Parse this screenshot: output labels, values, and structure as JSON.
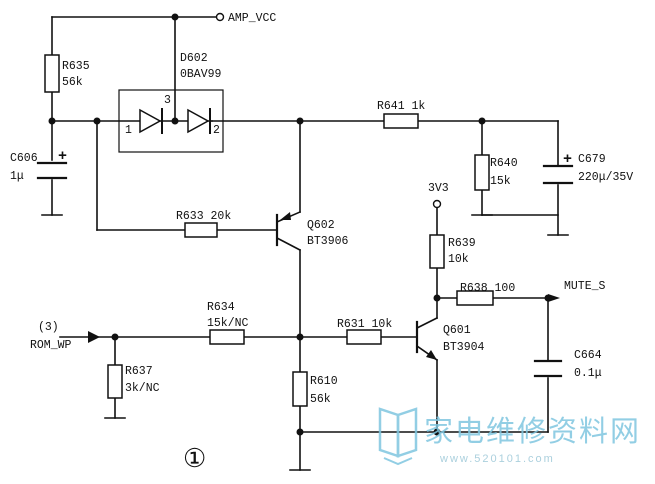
{
  "schematic": {
    "nets": {
      "amp_vcc": "AMP_VCC",
      "v3v3": "3V3",
      "mute_s": "MUTE_S",
      "rom_wp": "ROM_WP",
      "rom_wp_pin": "(3)"
    },
    "components": {
      "r635": {
        "ref": "R635",
        "value": "56k"
      },
      "d602": {
        "ref": "D602",
        "value": "0BAV99",
        "pin1": "1",
        "pin2": "2",
        "pin3": "3"
      },
      "c606": {
        "ref": "C606",
        "value": "1μ"
      },
      "r641": {
        "ref": "R641",
        "value": "1k"
      },
      "r640": {
        "ref": "R640",
        "value": "15k"
      },
      "c679": {
        "ref": "C679",
        "value": "220μ/35V"
      },
      "r633": {
        "ref": "R633",
        "value": "20k"
      },
      "q602": {
        "ref": "Q602",
        "value": "BT3906"
      },
      "r639": {
        "ref": "R639",
        "value": "10k"
      },
      "r638": {
        "ref": "R638",
        "value": "100"
      },
      "r634": {
        "ref": "R634",
        "value": "15k/NC"
      },
      "r631": {
        "ref": "R631",
        "value": "10k"
      },
      "q601": {
        "ref": "Q601",
        "value": "BT3904"
      },
      "r637": {
        "ref": "R637",
        "value": "3k/NC"
      },
      "r610": {
        "ref": "R610",
        "value": "56k"
      },
      "c664": {
        "ref": "C664",
        "value": "0.1μ"
      }
    },
    "polarity_mark": "+",
    "figure_number": "①"
  },
  "watermark": {
    "text": "家电维修资料网",
    "url": "www.520101.com",
    "color": "#7fc6e0"
  }
}
